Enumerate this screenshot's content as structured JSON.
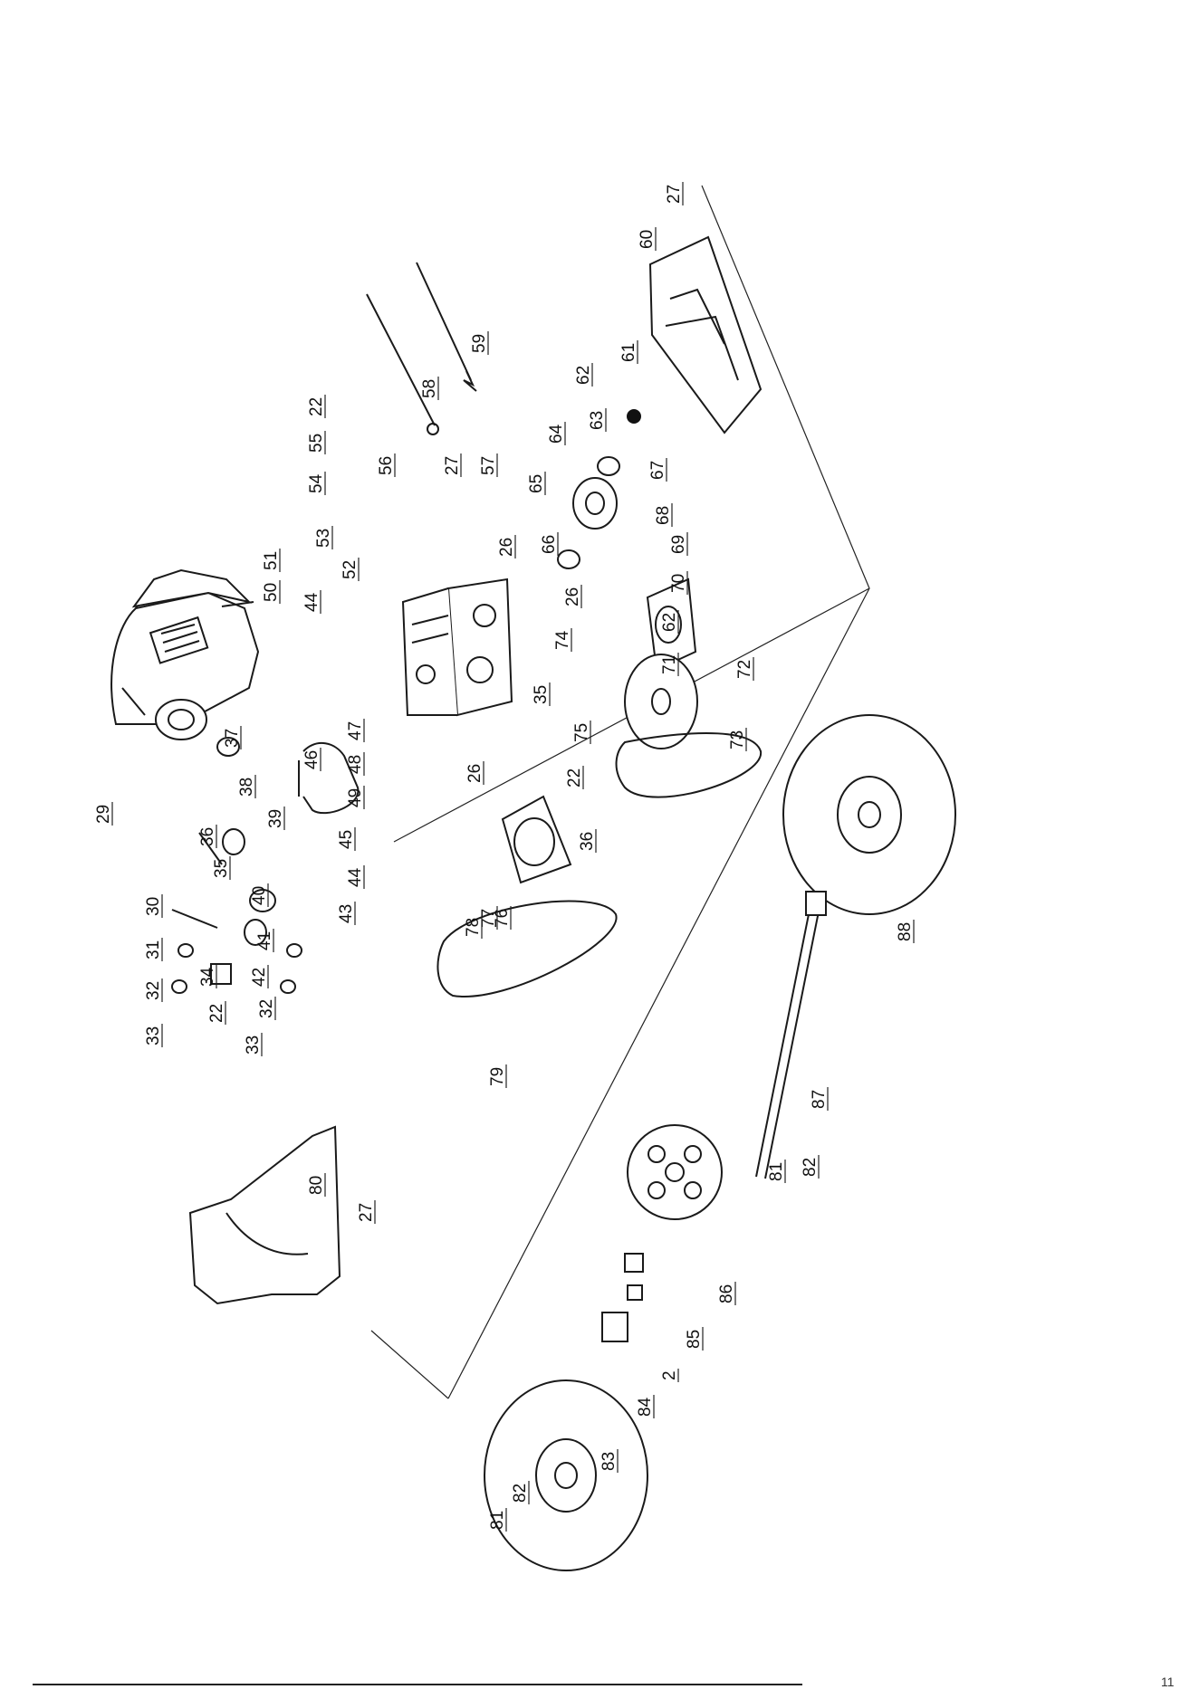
{
  "diagram": {
    "callouts": [
      {
        "id": "c22a",
        "label": "22"
      },
      {
        "id": "c55",
        "label": "55"
      },
      {
        "id": "c54",
        "label": "54"
      },
      {
        "id": "c53",
        "label": "53"
      },
      {
        "id": "c56",
        "label": "56"
      },
      {
        "id": "c27a",
        "label": "27"
      },
      {
        "id": "c57",
        "label": "57"
      },
      {
        "id": "c58a",
        "label": "58"
      },
      {
        "id": "c59",
        "label": "59"
      },
      {
        "id": "c27b",
        "label": "27"
      },
      {
        "id": "c60",
        "label": "60"
      },
      {
        "id": "c61",
        "label": "61"
      },
      {
        "id": "c62a",
        "label": "62"
      },
      {
        "id": "c63",
        "label": "63"
      },
      {
        "id": "c64",
        "label": "64"
      },
      {
        "id": "c65",
        "label": "65"
      },
      {
        "id": "c66",
        "label": "66"
      },
      {
        "id": "c26a",
        "label": "26"
      },
      {
        "id": "c26b",
        "label": "26"
      },
      {
        "id": "c67",
        "label": "67"
      },
      {
        "id": "c68",
        "label": "68"
      },
      {
        "id": "c69",
        "label": "69"
      },
      {
        "id": "c70",
        "label": "70"
      },
      {
        "id": "c62b",
        "label": "62"
      },
      {
        "id": "c71",
        "label": "71"
      },
      {
        "id": "c72",
        "label": "72"
      },
      {
        "id": "c73",
        "label": "73"
      },
      {
        "id": "c74",
        "label": "74"
      },
      {
        "id": "c35a",
        "label": "35"
      },
      {
        "id": "c75",
        "label": "75"
      },
      {
        "id": "c22b",
        "label": "22"
      },
      {
        "id": "c36a",
        "label": "36"
      },
      {
        "id": "c51",
        "label": "51"
      },
      {
        "id": "c50",
        "label": "50"
      },
      {
        "id": "c44a",
        "label": "44"
      },
      {
        "id": "c52",
        "label": "52"
      },
      {
        "id": "c29",
        "label": "29"
      },
      {
        "id": "c37",
        "label": "37"
      },
      {
        "id": "c38",
        "label": "38"
      },
      {
        "id": "c36b",
        "label": "36"
      },
      {
        "id": "c39",
        "label": "39"
      },
      {
        "id": "c35b",
        "label": "35"
      },
      {
        "id": "c40",
        "label": "40"
      },
      {
        "id": "c30",
        "label": "30"
      },
      {
        "id": "c31",
        "label": "31"
      },
      {
        "id": "c41",
        "label": "41"
      },
      {
        "id": "c34",
        "label": "34"
      },
      {
        "id": "c42",
        "label": "42"
      },
      {
        "id": "c32a",
        "label": "32"
      },
      {
        "id": "c32b",
        "label": "32"
      },
      {
        "id": "c22c",
        "label": "22"
      },
      {
        "id": "c33a",
        "label": "33"
      },
      {
        "id": "c33b",
        "label": "33"
      },
      {
        "id": "c47",
        "label": "47"
      },
      {
        "id": "c48",
        "label": "48"
      },
      {
        "id": "c49",
        "label": "49"
      },
      {
        "id": "c46",
        "label": "46"
      },
      {
        "id": "c45",
        "label": "45"
      },
      {
        "id": "c44b",
        "label": "44"
      },
      {
        "id": "c43",
        "label": "43"
      },
      {
        "id": "c26c",
        "label": "26"
      },
      {
        "id": "c76",
        "label": "76"
      },
      {
        "id": "c77",
        "label": "77"
      },
      {
        "id": "c78",
        "label": "78"
      },
      {
        "id": "c79",
        "label": "79"
      },
      {
        "id": "c80",
        "label": "80"
      },
      {
        "id": "c27c",
        "label": "27"
      },
      {
        "id": "c88",
        "label": "88"
      },
      {
        "id": "c87",
        "label": "87"
      },
      {
        "id": "c82a",
        "label": "82"
      },
      {
        "id": "c81a",
        "label": "81"
      },
      {
        "id": "c86",
        "label": "86"
      },
      {
        "id": "c85",
        "label": "85"
      },
      {
        "id": "c2",
        "label": "2"
      },
      {
        "id": "c84",
        "label": "84"
      },
      {
        "id": "c83",
        "label": "83"
      },
      {
        "id": "c82b",
        "label": "82"
      },
      {
        "id": "c81b",
        "label": "81"
      }
    ]
  },
  "footer": {
    "page_number": "11"
  }
}
